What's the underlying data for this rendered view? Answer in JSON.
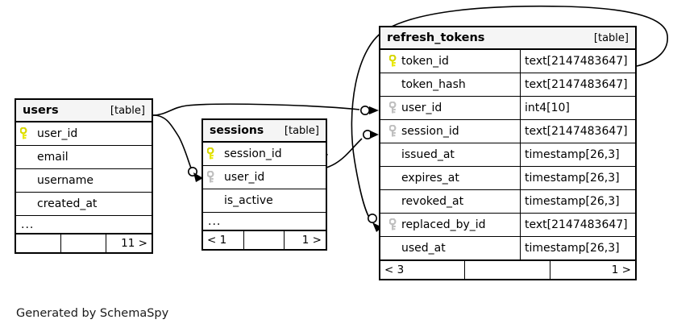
{
  "diagram": {
    "caption": "Generated by SchemaSpy",
    "type_label": "[table]",
    "collapsed_marker": "...",
    "colors": {
      "primary_key": "#e8e800",
      "foreign_key": "#bfbfbf",
      "header_bg": "#f5f5f5",
      "border": "#000000",
      "background": "#ffffff"
    }
  },
  "tables": {
    "users": {
      "name": "users",
      "type_label": "[table]",
      "columns": [
        {
          "name": "user_id",
          "key": "primary",
          "type": ""
        },
        {
          "name": "email",
          "key": "none",
          "type": ""
        },
        {
          "name": "username",
          "key": "none",
          "type": ""
        },
        {
          "name": "created_at",
          "key": "none",
          "type": ""
        }
      ],
      "collapsed": "...",
      "footer": {
        "left": "",
        "middle": "",
        "right": "11 >"
      }
    },
    "sessions": {
      "name": "sessions",
      "type_label": "[table]",
      "columns": [
        {
          "name": "session_id",
          "key": "primary",
          "type": ""
        },
        {
          "name": "user_id",
          "key": "foreign",
          "type": ""
        },
        {
          "name": "is_active",
          "key": "none",
          "type": ""
        }
      ],
      "collapsed": "...",
      "footer": {
        "left": "< 1",
        "middle": "",
        "right": "1 >"
      }
    },
    "refresh_tokens": {
      "name": "refresh_tokens",
      "type_label": "[table]",
      "columns": [
        {
          "name": "token_id",
          "key": "primary",
          "type": "text[2147483647]"
        },
        {
          "name": "token_hash",
          "key": "none",
          "type": "text[2147483647]"
        },
        {
          "name": "user_id",
          "key": "foreign",
          "type": "int4[10]"
        },
        {
          "name": "session_id",
          "key": "foreign",
          "type": "text[2147483647]"
        },
        {
          "name": "issued_at",
          "key": "none",
          "type": "timestamp[26,3]"
        },
        {
          "name": "expires_at",
          "key": "none",
          "type": "timestamp[26,3]"
        },
        {
          "name": "revoked_at",
          "key": "none",
          "type": "timestamp[26,3]"
        },
        {
          "name": "replaced_by_id",
          "key": "foreign",
          "type": "text[2147483647]"
        },
        {
          "name": "used_at",
          "key": "none",
          "type": "timestamp[26,3]"
        }
      ],
      "footer": {
        "left": "< 3",
        "middle": "",
        "right": "1 >"
      }
    }
  },
  "relationships": [
    {
      "from_table": "users",
      "from_column": "user_id",
      "to_table": "refresh_tokens",
      "to_column": "user_id",
      "optional": true
    },
    {
      "from_table": "users",
      "from_column": "user_id",
      "to_table": "sessions",
      "to_column": "user_id",
      "optional": true
    },
    {
      "from_table": "sessions",
      "from_column": "session_id",
      "to_table": "refresh_tokens",
      "to_column": "session_id",
      "optional": true
    },
    {
      "from_table": "refresh_tokens",
      "from_column": "token_id",
      "to_table": "refresh_tokens",
      "to_column": "replaced_by_id",
      "optional": true
    }
  ]
}
